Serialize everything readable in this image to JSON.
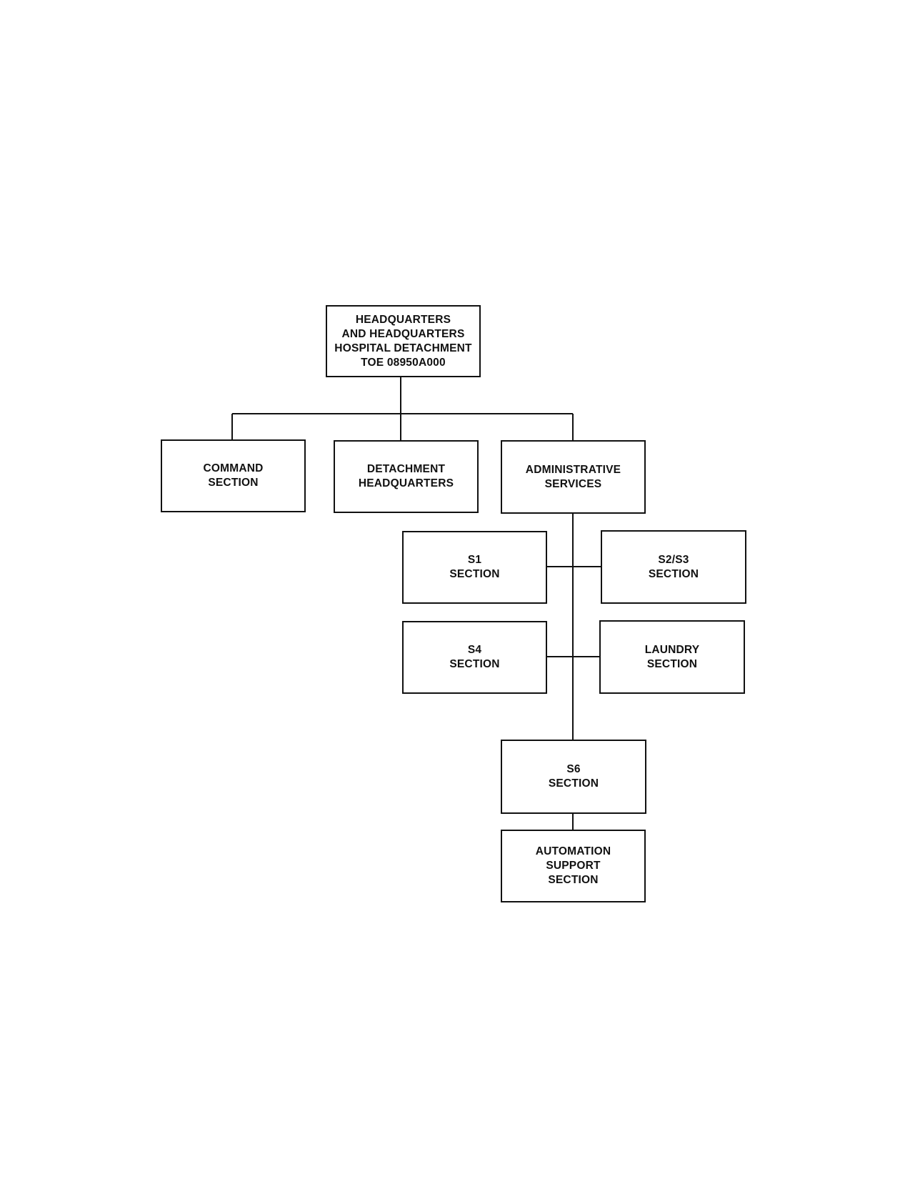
{
  "diagram": {
    "nodes": {
      "hq": "HEADQUARTERS\nAND HEADQUARTERS\nHOSPITAL DETACHMENT\nTOE 08950A000",
      "command": "COMMAND\nSECTION",
      "detachment": "DETACHMENT\nHEADQUARTERS",
      "admin": "ADMINISTRATIVE\nSERVICES",
      "s1": "S1\nSECTION",
      "s2s3": "S2/S3\nSECTION",
      "s4": "S4\nSECTION",
      "laundry": "LAUNDRY\nSECTION",
      "s6": "S6\nSECTION",
      "automation": "AUTOMATION\nSUPPORT\nSECTION"
    },
    "edges": [
      [
        "hq",
        "command"
      ],
      [
        "hq",
        "detachment"
      ],
      [
        "hq",
        "admin"
      ],
      [
        "admin",
        "s1"
      ],
      [
        "admin",
        "s2s3"
      ],
      [
        "admin",
        "s4"
      ],
      [
        "admin",
        "laundry"
      ],
      [
        "admin",
        "s6"
      ],
      [
        "s6",
        "automation"
      ]
    ]
  }
}
